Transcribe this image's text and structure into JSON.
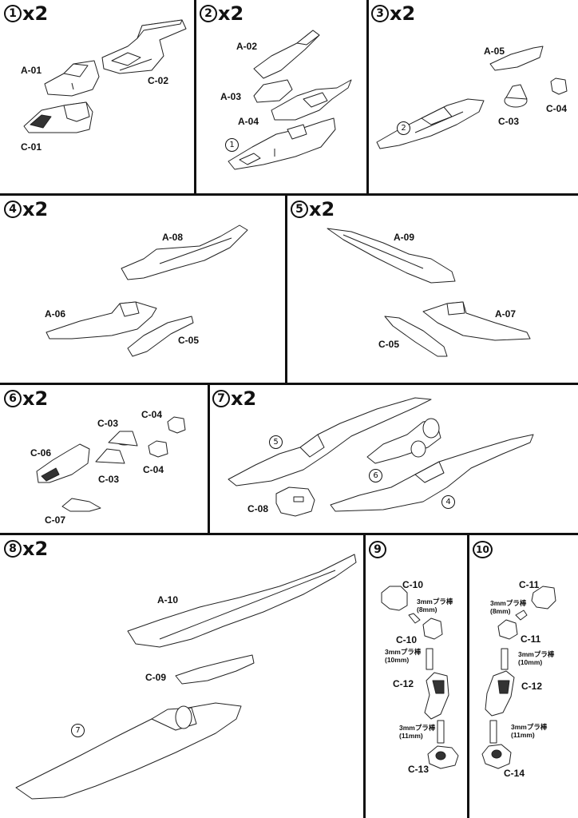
{
  "steps": [
    {
      "num": "1",
      "mult": "x2"
    },
    {
      "num": "2",
      "mult": "x2"
    },
    {
      "num": "3",
      "mult": "x2"
    },
    {
      "num": "4",
      "mult": "x2"
    },
    {
      "num": "5",
      "mult": "x2"
    },
    {
      "num": "6",
      "mult": "x2"
    },
    {
      "num": "7",
      "mult": "x2"
    },
    {
      "num": "8",
      "mult": "x2"
    },
    {
      "num": "9",
      "mult": ""
    },
    {
      "num": "10",
      "mult": ""
    }
  ],
  "labels": {
    "s1": [
      "A-01",
      "C-02",
      "C-01"
    ],
    "s2": [
      "A-02",
      "A-03",
      "A-04"
    ],
    "s3": [
      "A-05",
      "C-04",
      "C-03"
    ],
    "s4": [
      "A-08",
      "A-06",
      "C-05"
    ],
    "s5": [
      "A-09",
      "A-07",
      "C-05"
    ],
    "s6": [
      "C-03",
      "C-04",
      "C-06",
      "C-03",
      "C-04",
      "C-07"
    ],
    "s7": [
      "C-08"
    ],
    "s8": [
      "A-10",
      "C-09"
    ],
    "s9": [
      "C-10",
      "C-10",
      "C-12",
      "C-13"
    ],
    "s10": [
      "C-11",
      "C-11",
      "C-12",
      "C-14"
    ]
  },
  "rods": {
    "s9": [
      {
        "name": "3mmプラ棒",
        "len": "(8mm)"
      },
      {
        "name": "3mmプラ棒",
        "len": "(10mm)"
      },
      {
        "name": "3mmプラ棒",
        "len": "(11mm)"
      }
    ],
    "s10": [
      {
        "name": "3mmプラ棒",
        "len": "(8mm)"
      },
      {
        "name": "3mmプラ棒",
        "len": "(10mm)"
      },
      {
        "name": "3mmプラ棒",
        "len": "(11mm)"
      }
    ]
  },
  "refs": {
    "s2": "1",
    "s3": "2",
    "s7": [
      "5",
      "6",
      "4"
    ],
    "s8": "7"
  }
}
